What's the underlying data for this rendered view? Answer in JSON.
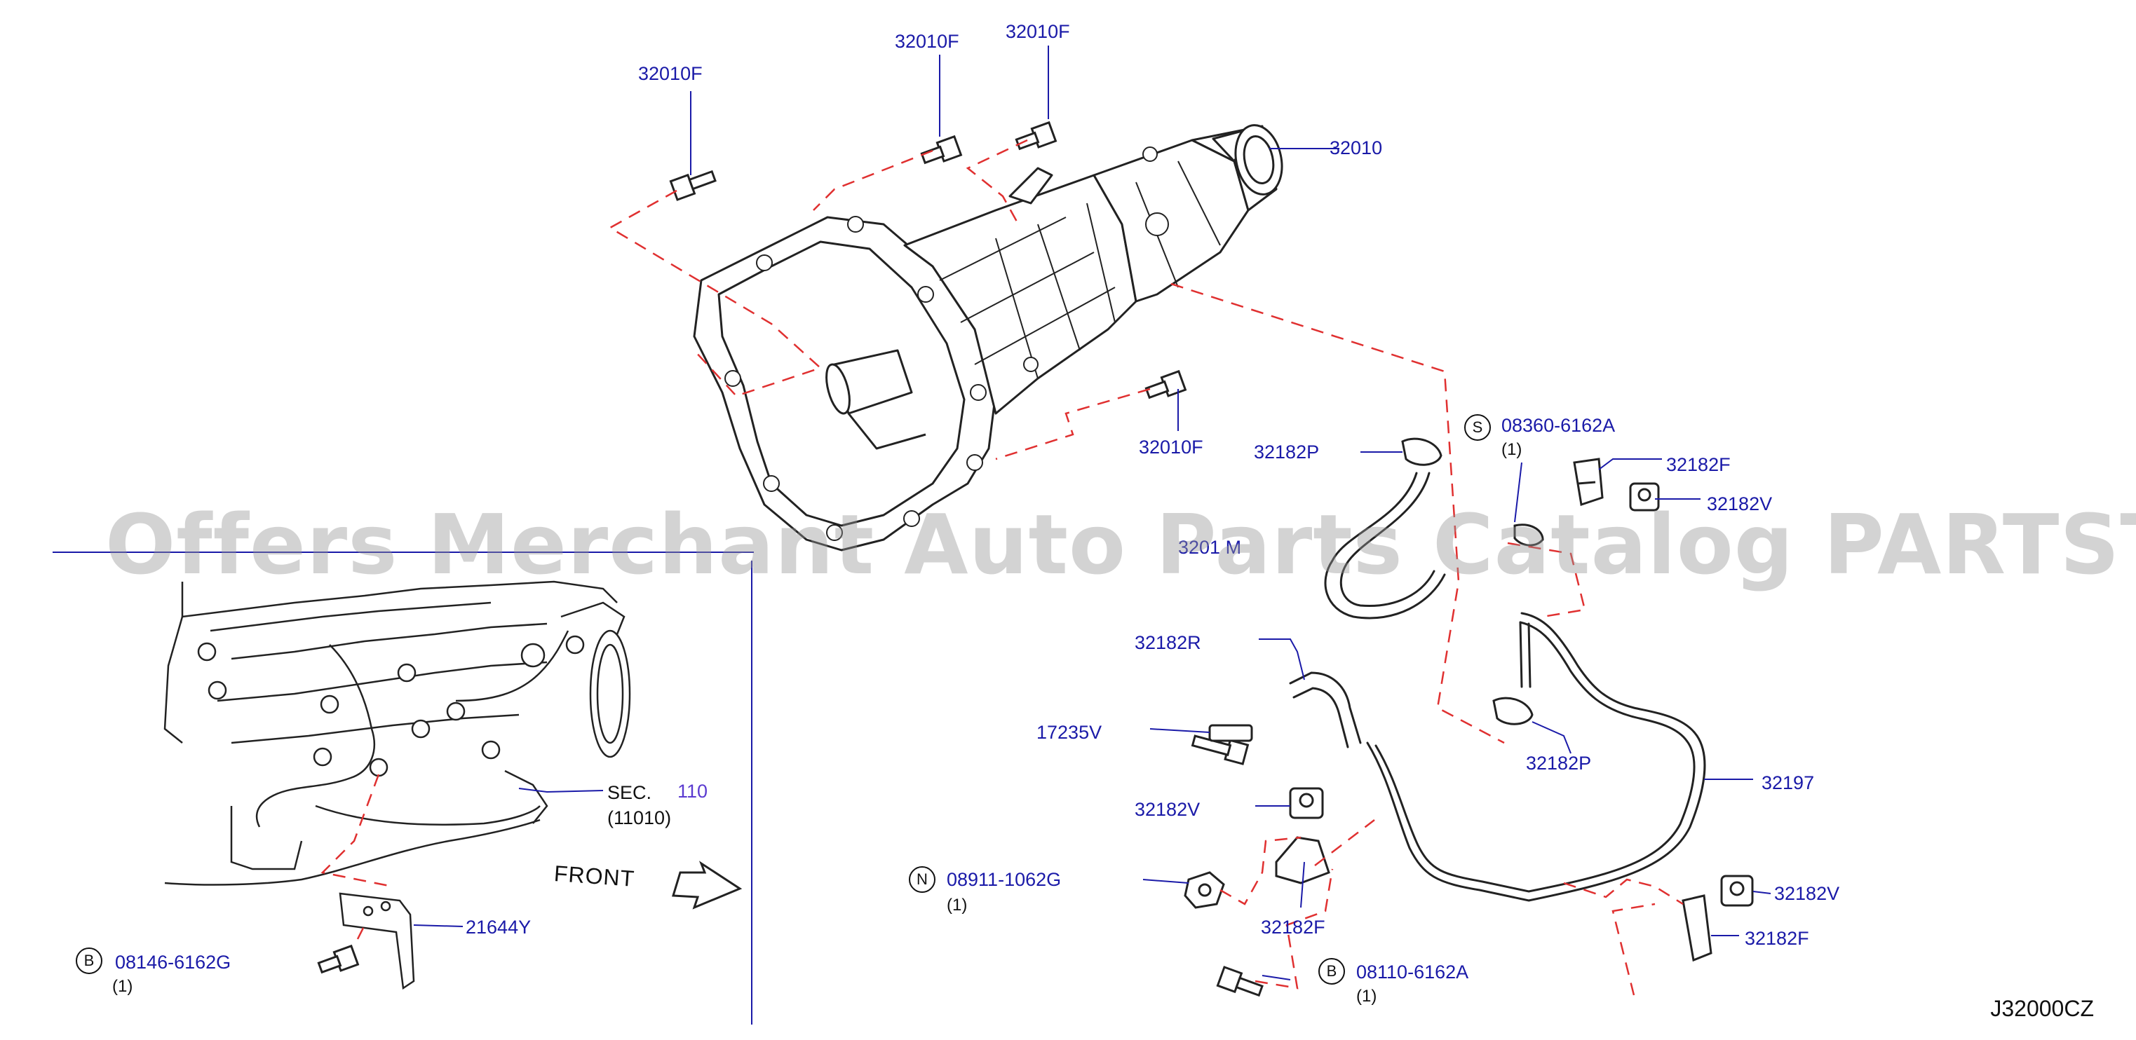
{
  "labels": {
    "bolt_left": "32010F",
    "bolt_top_1": "32010F",
    "bolt_top_2": "32010F",
    "bolt_lower": "32010F",
    "transmission": "32010",
    "hose_clamp_upper": "32182P",
    "hose_clamp_lower": "32182P",
    "screw_s": "08360-6162A",
    "bracket_upper": "32182F",
    "grommet_upper": "32182V",
    "hose_partial": "3201 M",
    "hose_r": "32182R",
    "bolt_17235": "17235V",
    "grommet_mid": "32182V",
    "nut_n": "08911-1062G",
    "bracket_mid": "32182F",
    "tube": "32197",
    "grommet_lower": "32182V",
    "bracket_lower": "32182F",
    "bolt_b_right": "08110-6162A",
    "bolt_b_left": "08146-6162G",
    "bracket_engine": "21644Y",
    "sec_prefix": "SEC.",
    "sec_number": "110",
    "sec_sub": "(11010)"
  },
  "badges": {
    "s": "S",
    "n": "N",
    "b1": "B",
    "b2": "B"
  },
  "quantities": {
    "screw_s": "(1)",
    "nut_n": "(1)",
    "bolt_b_right": "(1)",
    "bolt_b_left": "(1)"
  },
  "front_label": "FRONT",
  "diagram_code": "J32000CZ",
  "watermark": "Offers Merchant Auto Parts Catalog PARTSTORE.SA",
  "colors": {
    "callout": "#1a1aa8",
    "leader": "#1a1aa8",
    "dashed": "#e03030",
    "drawing": "#222222"
  }
}
